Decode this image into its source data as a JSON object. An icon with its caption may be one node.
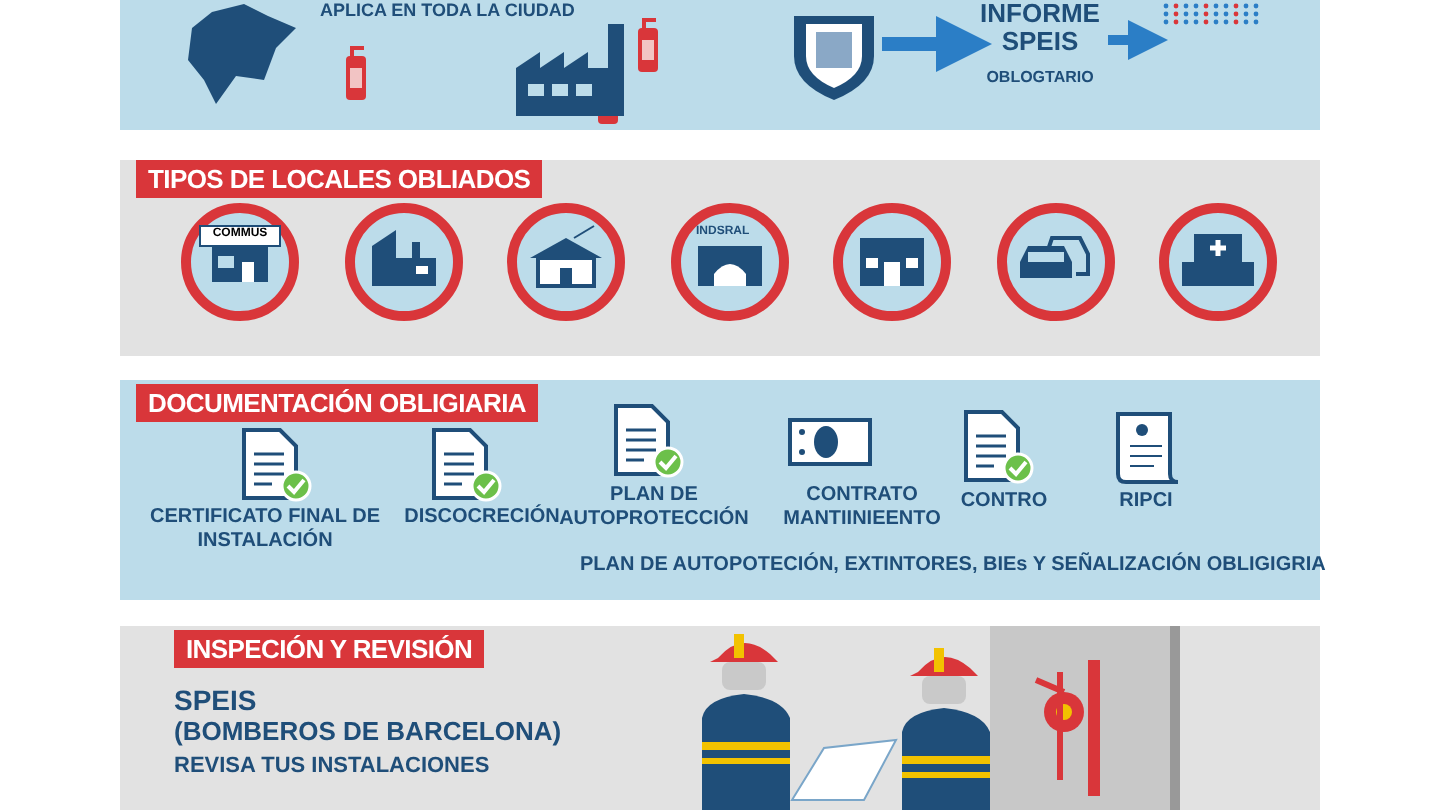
{
  "diagram": {
    "nodes": [
      {
        "text": [],
        "shape": "picture"
      },
      {
        "text": [
          "INFORME SPEIS",
          "OBLOGTARIO"
        ]
      },
      {
        "text": [],
        "shape": "picture"
      }
    ],
    "edges": [
      {
        "from": 0,
        "to": 1,
        "arrow": "to"
      },
      {
        "from": 1,
        "to": 2,
        "arrow": "to"
      }
    ],
    "labels": [
      "APLICA EN TODA LA CIUDAD",
      "TIPOS DE LOCALES OBLIADOS",
      "COMMUS",
      "INDSRAL",
      "DOCUMENTACIÓN OBLIGIARIA",
      "CERTIFICATO FINAL DE INSTALACIÓN",
      "DISCOCRECIÓN",
      "PLAN DE AUTOPROTECCIÓN",
      "CONTRATO MANTIINIEENTO",
      "CONTRO",
      "RIPCI",
      "PLAN DE AUTOPOTECIÓN, EXTINTORES, BIEs Y SEÑALIZACIÓN OBLIGIGRIA",
      "INSPECIÓN Y REVISIÓN",
      "SPEIS",
      "(BOMBEROS DE BARCELONA)",
      "REVISA TUS INSTALACIONES"
    ]
  }
}
